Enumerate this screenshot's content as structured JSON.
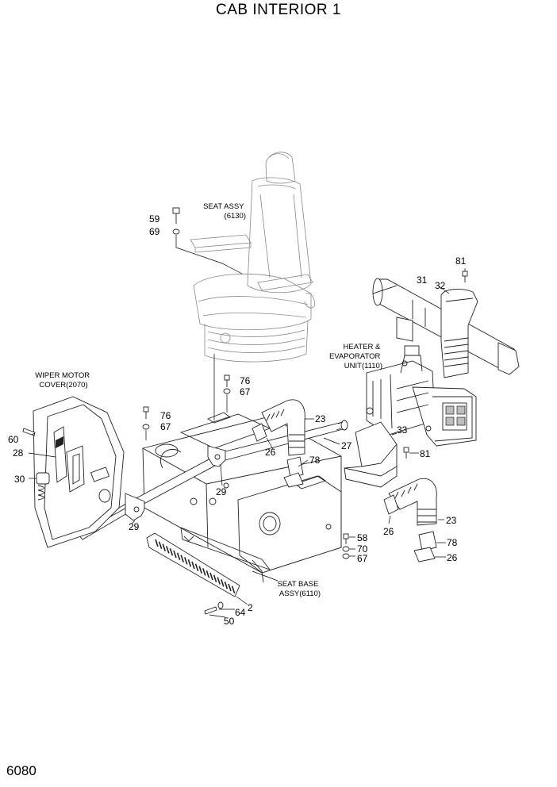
{
  "title": "CAB INTERIOR 1",
  "page_number": "6080",
  "callouts": {
    "seat_assy": [
      "SEAT ASSY",
      "(6130)"
    ],
    "wiper_cover": [
      "WIPER MOTOR",
      "COVER(2070)"
    ],
    "heater": [
      "HEATER &",
      "EVAPORATOR",
      "UNIT(1110)"
    ],
    "seat_base": [
      "SEAT BASE",
      "ASSY(6110)"
    ]
  },
  "labels": {
    "p59": "59",
    "p69": "69",
    "p76a": "76",
    "p67a": "67",
    "p76b": "76",
    "p67b": "67",
    "p60": "60",
    "p28": "28",
    "p30": "30",
    "p29a": "29",
    "p29b": "29",
    "p23a": "23",
    "p26a": "26",
    "p78a": "78",
    "p27": "27",
    "p31": "31",
    "p32": "32",
    "p81a": "81",
    "p81b": "81",
    "p33": "33",
    "p26b": "26",
    "p23b": "23",
    "p78b": "78",
    "p26c": "26",
    "p58": "58",
    "p70": "70",
    "p67c": "67",
    "p2": "2",
    "p64": "64",
    "p50": "50"
  }
}
